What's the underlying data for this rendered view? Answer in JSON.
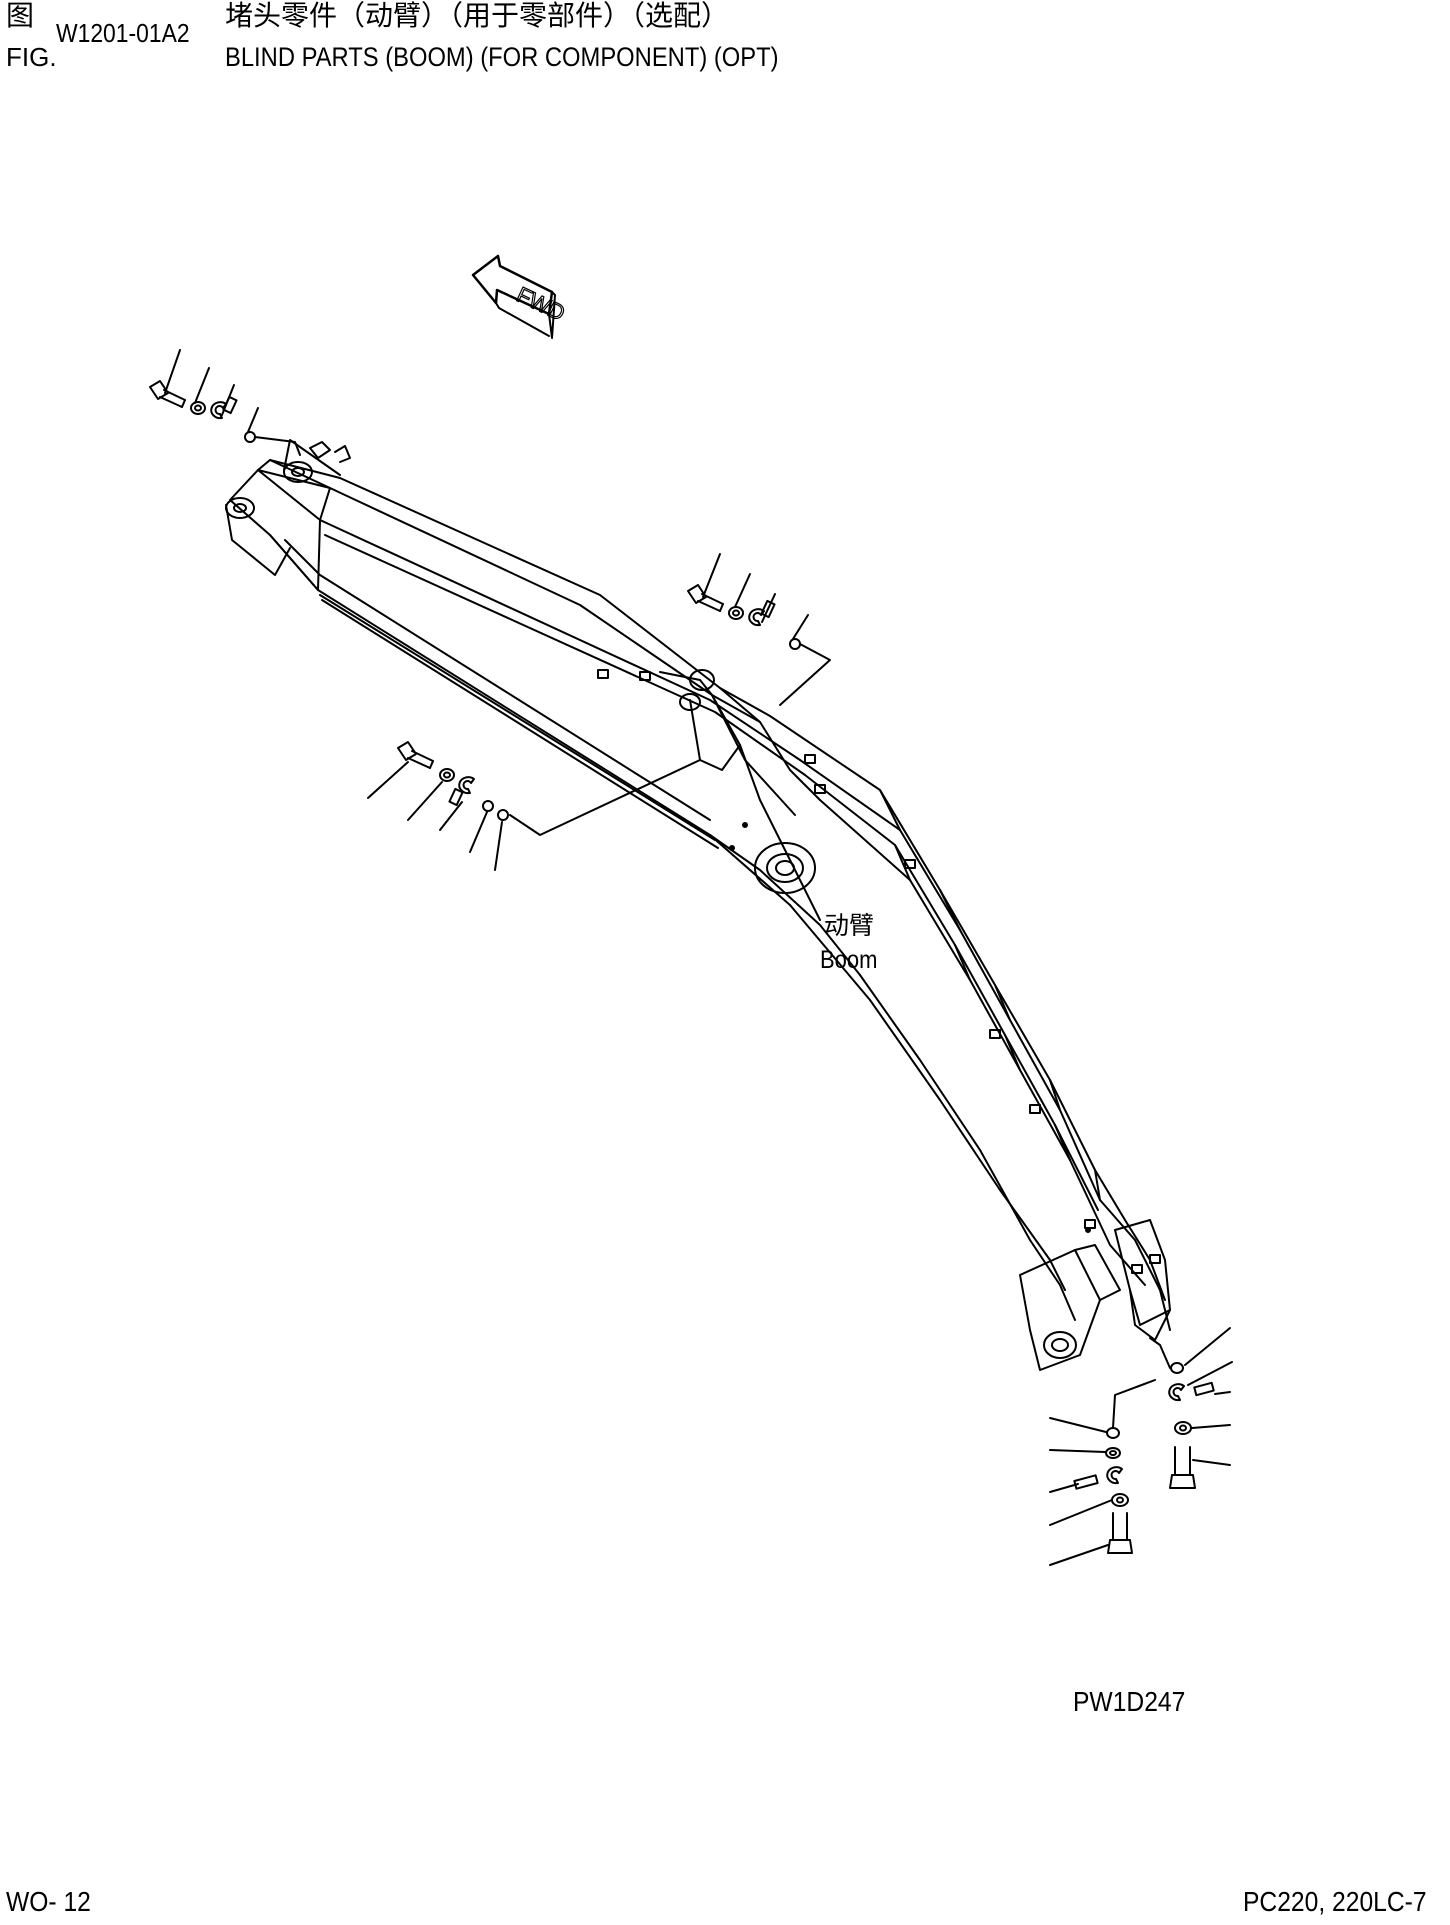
{
  "header": {
    "fig_zh": "图",
    "fig_en": "FIG.",
    "fig_number": "W1201-01A2",
    "title_zh": "堵头零件（动臂）（用于零部件）（选配）",
    "title_en": "BLIND PARTS (BOOM) (FOR COMPONENT) (OPT)"
  },
  "drawing": {
    "fwd_label": "FWD",
    "boom_label_zh": "动臂",
    "boom_label_en": "Boom",
    "illustration_ref": "PW1D247",
    "icons": [
      "fwd-arrow-icon",
      "bolt-icon",
      "washer-icon",
      "clip-icon",
      "o-ring-icon"
    ]
  },
  "footer": {
    "page": "WO- 12",
    "model": "PC220, 220LC-7"
  }
}
